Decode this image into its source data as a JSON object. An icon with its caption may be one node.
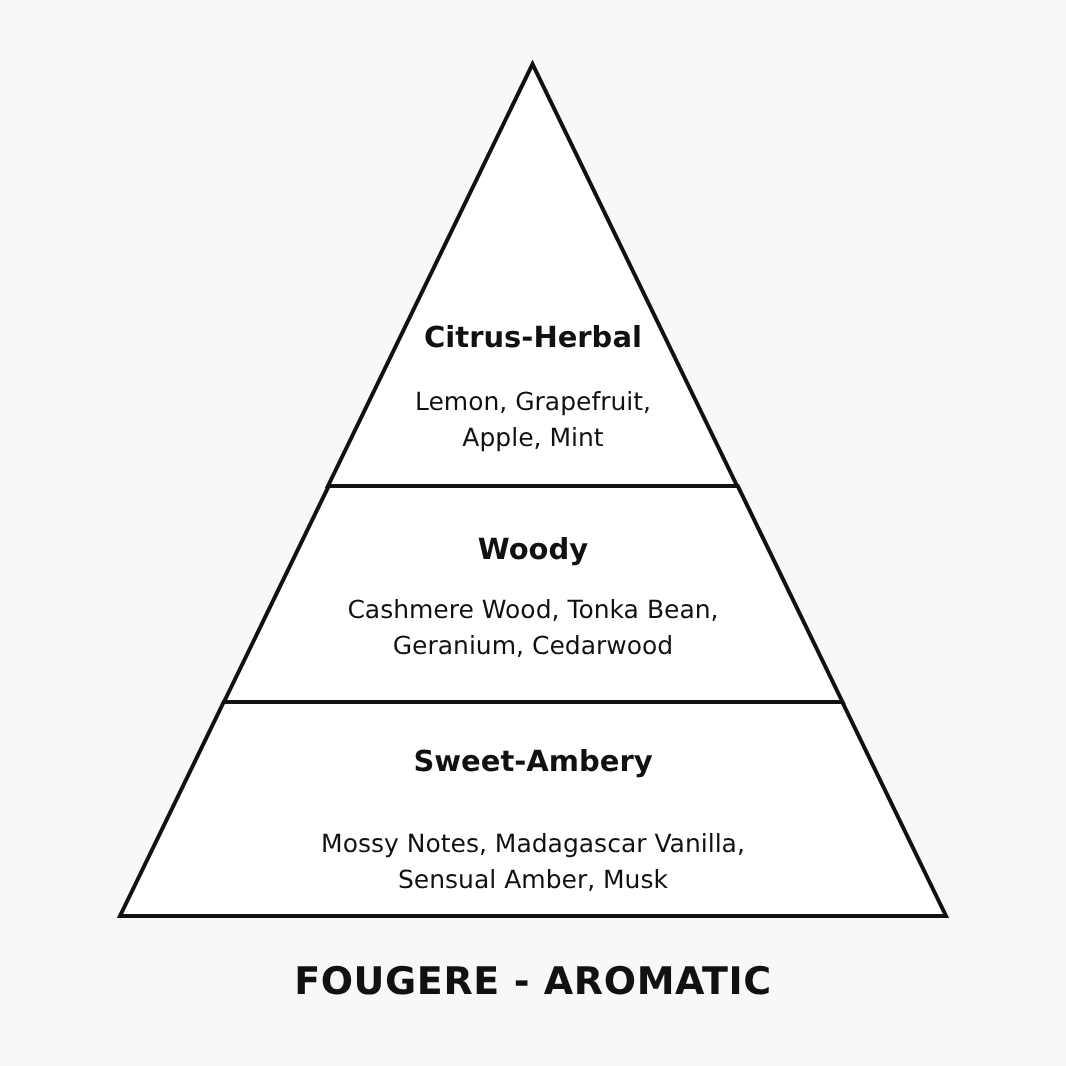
{
  "diagram": {
    "title": "FOUGERE - AROMATIC",
    "nodes": [
      {
        "text": [
          "Citrus-Herbal",
          "Lemon, Grapefruit, Apple, Mint"
        ]
      },
      {
        "text": [
          "Woody",
          "Cashmere Wood, Tonka Bean, Geranium, Cedarwood"
        ]
      },
      {
        "text": [
          "Sweet-Ambery",
          "Mossy Notes, Madagascar Vanilla, Sensual Amber, Musk"
        ]
      }
    ]
  }
}
